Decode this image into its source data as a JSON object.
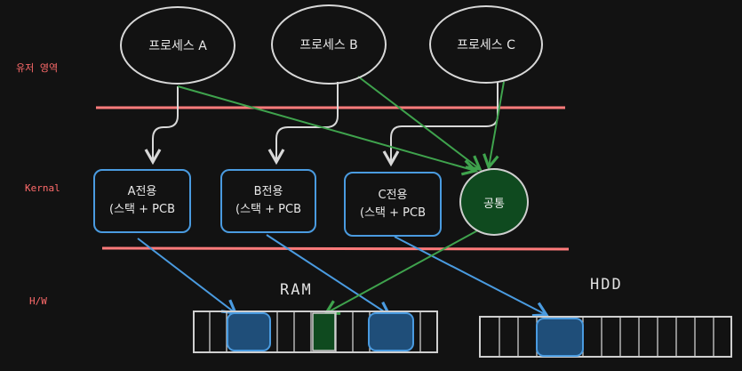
{
  "zones": {
    "user": "유저 영역",
    "kernel": "Kernal",
    "hw": "H/W"
  },
  "processes": [
    {
      "label": "프로세스 A"
    },
    {
      "label": "프로세스 B"
    },
    {
      "label": "프로세스 C"
    }
  ],
  "kernel_boxes": [
    {
      "line1": "A전용",
      "line2": "(스택 + PCB"
    },
    {
      "line1": "B전용",
      "line2": "(스택 + PCB"
    },
    {
      "line1": "C전용",
      "line2": "(스택 + PCB"
    }
  ],
  "common": {
    "label": "공통"
  },
  "ram": {
    "title": "RAM"
  },
  "hdd": {
    "title": "HDD"
  },
  "colors": {
    "background": "#121212",
    "divider": "#ff7b7b",
    "user_arrow": "#d8d8d8",
    "process_to_common": "#3fa34d",
    "kernel_to_memory": "#4a9be0",
    "block_fill": "#1f4e79",
    "common_fill": "#0f4a1f"
  }
}
